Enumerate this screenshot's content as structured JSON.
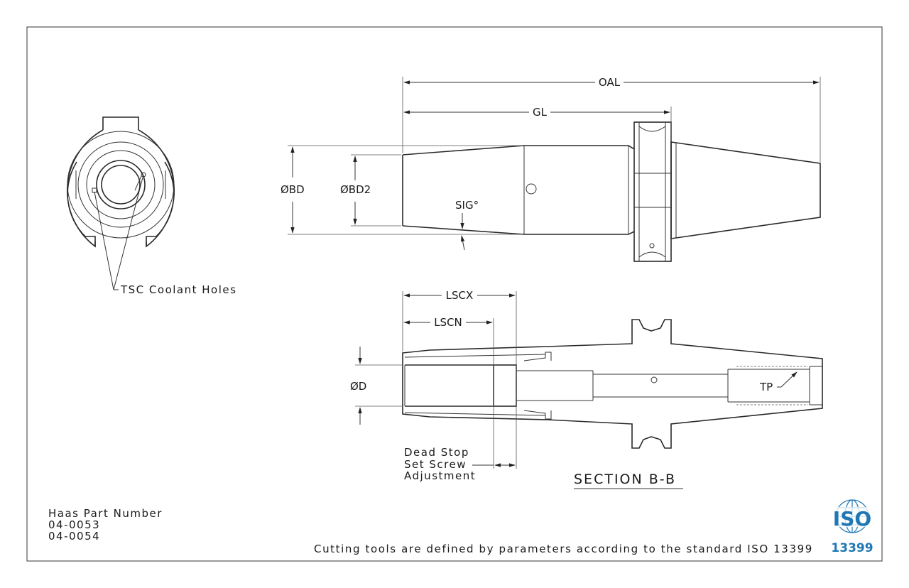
{
  "dimensions": {
    "oal": "OAL",
    "gl": "GL",
    "bd": "ØBD",
    "bd2": "ØBD2",
    "sig": "SIG°",
    "lscx": "LSCX",
    "lscn": "LSCN",
    "d": "ØD",
    "tp": "TP"
  },
  "notes": {
    "coolant": "TSC Coolant Holes",
    "dead_stop_line1": "Dead Stop",
    "dead_stop_line2": "Set Screw",
    "dead_stop_line3": "Adjustment",
    "section": "SECTION B-B"
  },
  "part_numbers": {
    "heading": "Haas Part Number",
    "items": [
      "04-0053",
      "04-0054"
    ]
  },
  "footer": "Cutting tools are defined by parameters according to the standard ISO 13399",
  "iso_logo": {
    "word": "ISO",
    "number": "13399",
    "color": "#1f78b4"
  }
}
